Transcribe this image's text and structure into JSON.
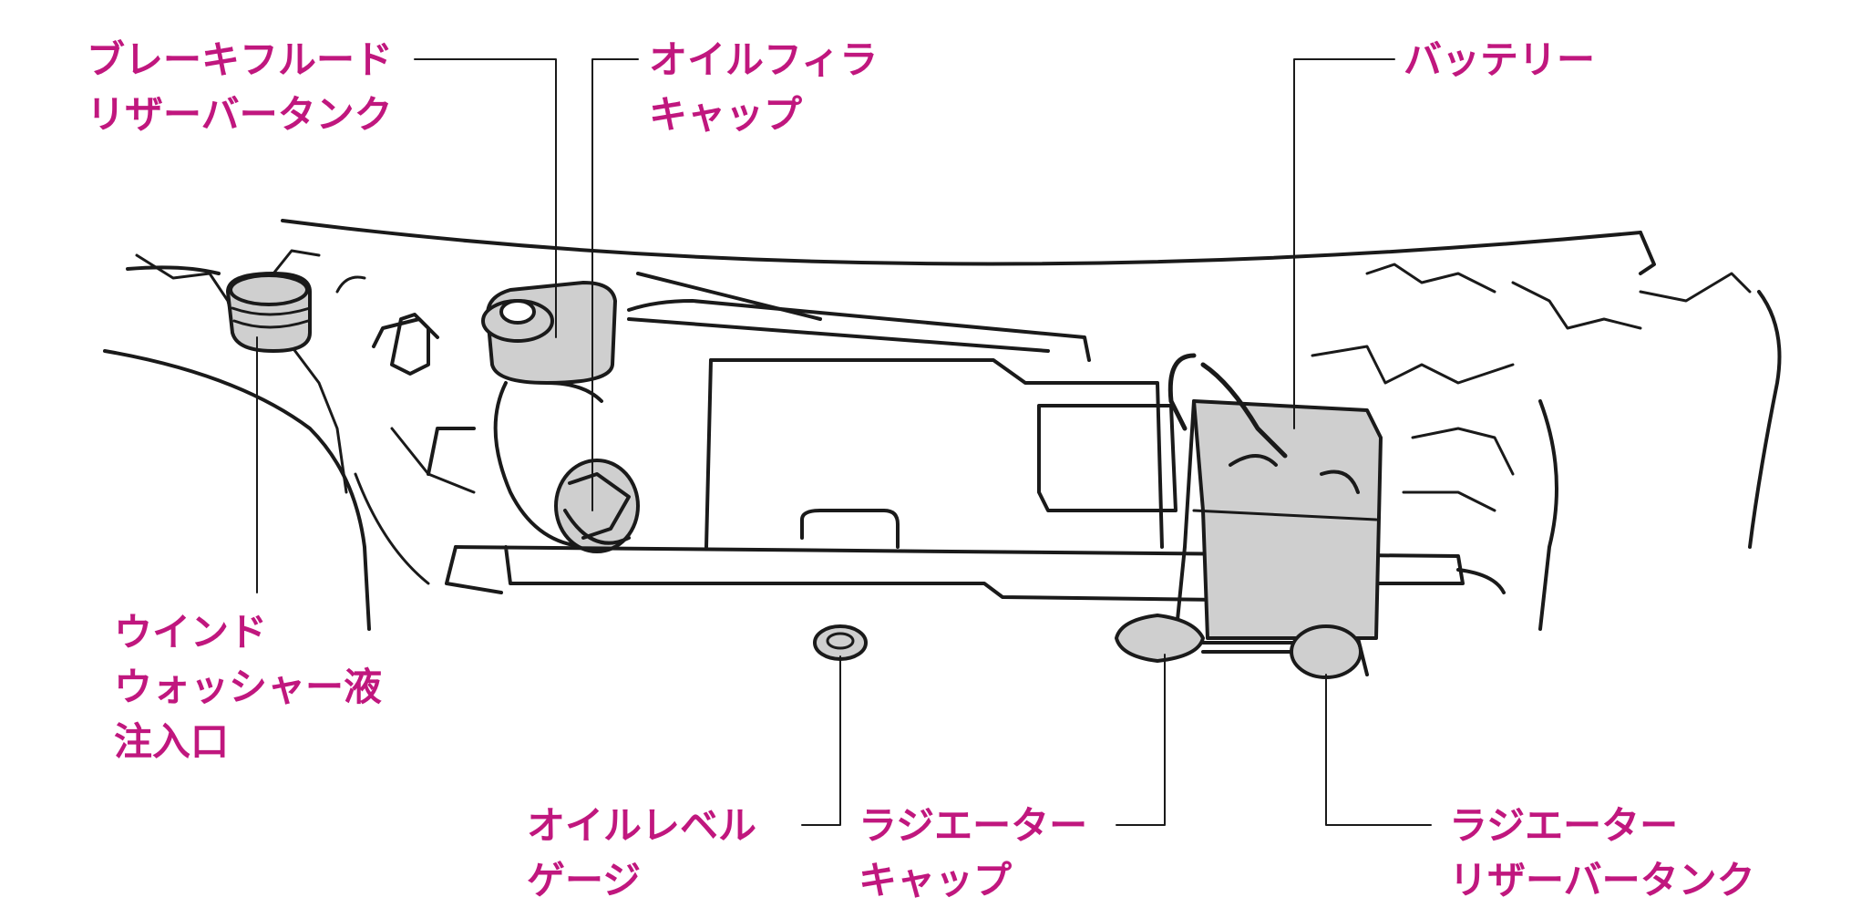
{
  "label_color": "#c0177e",
  "line_color": "#1a1a1a",
  "component_fill": "#cfcfcf",
  "labels": {
    "brake_fluid": [
      "ブレーキフルード",
      "リザーバータンク"
    ],
    "oil_filler": [
      "オイルフィラ",
      "キャップ"
    ],
    "battery": [
      "バッテリー"
    ],
    "washer": [
      "ウインド",
      "ウォッシャー液",
      "注入口"
    ],
    "oil_level": [
      "オイルレベル",
      "ゲージ"
    ],
    "radiator_cap": [
      "ラジエーター",
      "キャップ"
    ],
    "radiator_reserve": [
      "ラジエーター",
      "リザーバータンク"
    ]
  }
}
